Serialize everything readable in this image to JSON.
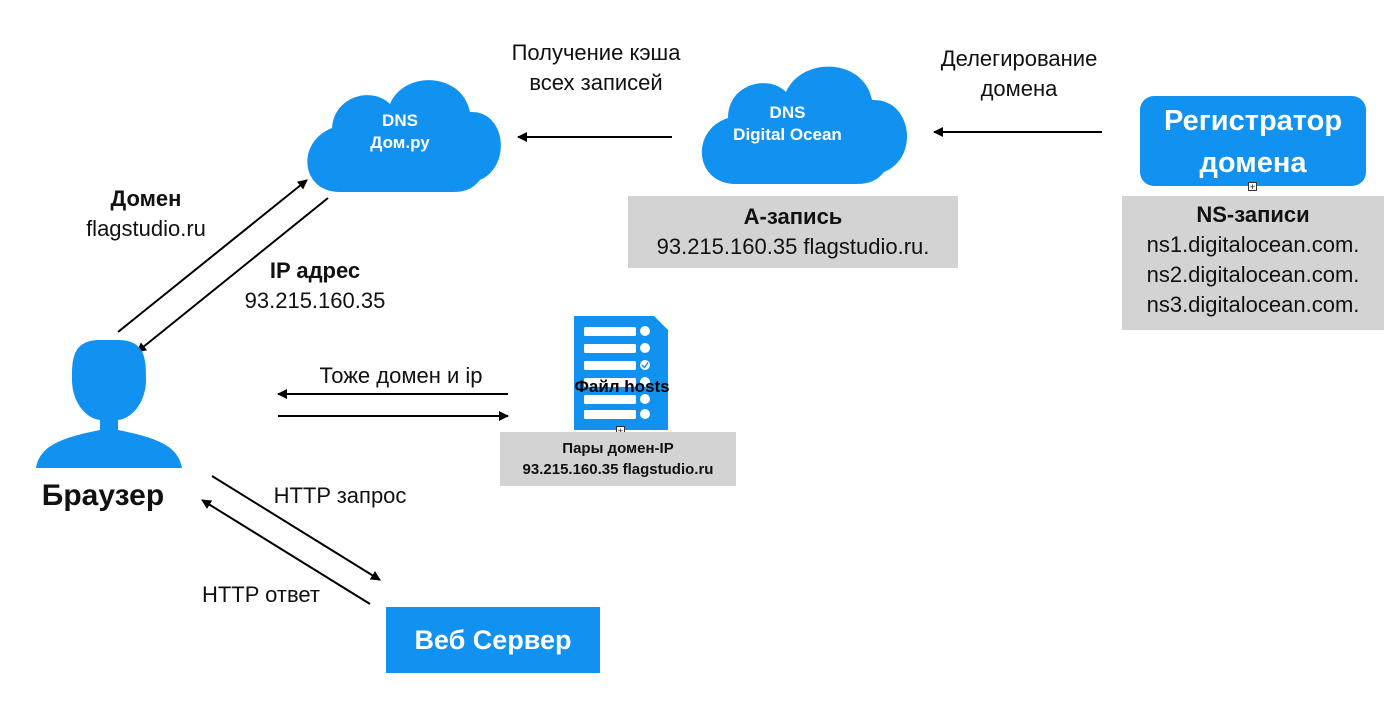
{
  "colors": {
    "accent": "#1292f0",
    "note_bg": "#d3d3d3",
    "arrow": "#000000"
  },
  "clouds": {
    "domru": {
      "line1": "DNS",
      "line2": "Дом.ру",
      "icon": "cloud-icon"
    },
    "digitalocean": {
      "line1": "DNS",
      "line2": "Digital Ocean",
      "icon": "cloud-icon"
    }
  },
  "labels": {
    "cache": [
      "Получение кэша",
      "всех записей"
    ],
    "delegation": [
      "Делегирование",
      "домена"
    ],
    "domain_title": "Домен",
    "domain_value": "flagstudio.ru",
    "ip_title": "IP адрес",
    "ip_value": "93.215.160.35",
    "hosts_same": "Тоже домен и ip",
    "http_request": "HTTP запрос",
    "http_response": "HTTP ответ"
  },
  "registrar": {
    "line1": "Регистратор",
    "line2": "домена"
  },
  "a_record": {
    "title": "А-запись",
    "value": "93.215.160.35 flagstudio.ru."
  },
  "ns_records": {
    "title": "NS-записи",
    "items": [
      "ns1.digitalocean.com.",
      "ns2.digitalocean.com.",
      "ns3.digitalocean.com."
    ]
  },
  "hosts_file": {
    "title": "Файл hosts",
    "icon": "document-list-icon",
    "pairs_title": "Пары домен-IP",
    "pairs_value": "93.215.160.35 flagstudio.ru"
  },
  "browser": {
    "label": "Браузер",
    "icon": "user-icon"
  },
  "web_server": {
    "label": "Веб Сервер"
  }
}
